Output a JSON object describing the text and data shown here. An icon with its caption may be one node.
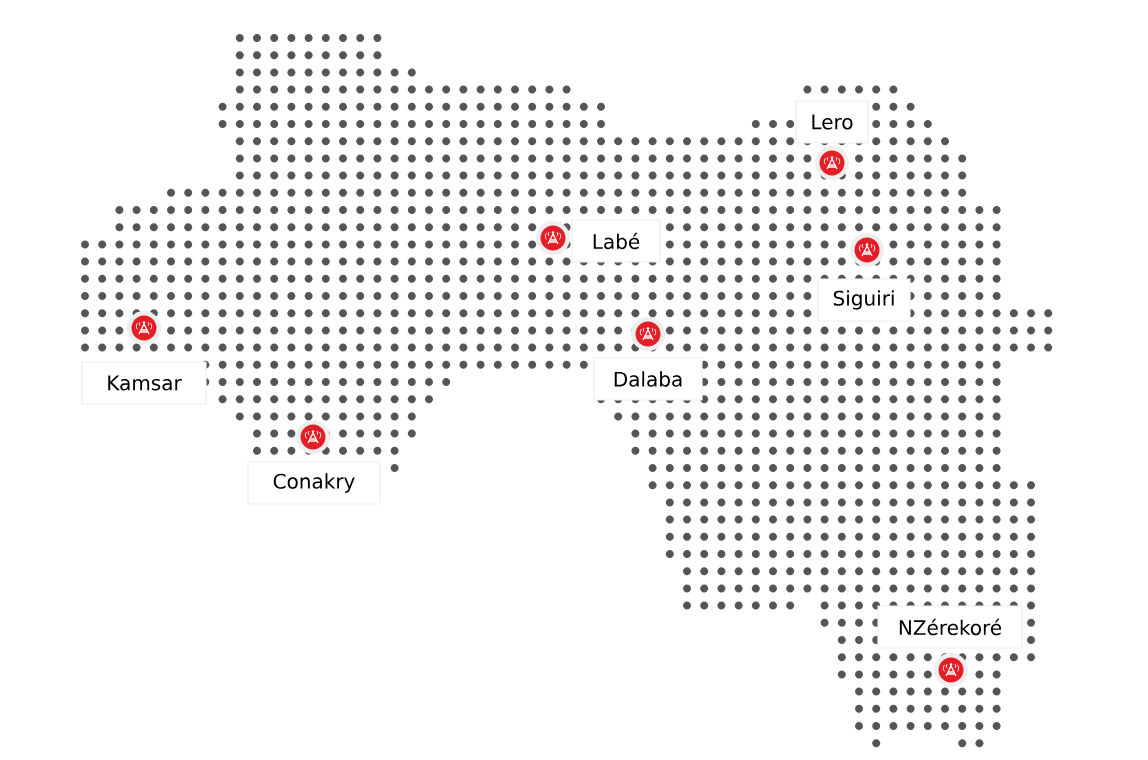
{
  "diagram": {
    "nodes": [
      {
        "text": [
          "Lero"
        ]
      },
      {
        "text": [
          "Labé"
        ]
      },
      {
        "text": [
          "Siguiri"
        ]
      },
      {
        "text": [
          "Kamsar"
        ]
      },
      {
        "text": [
          "Dalaba"
        ]
      },
      {
        "text": [
          "Conakry"
        ]
      },
      {
        "text": [
          "NZérekoré"
        ]
      }
    ]
  }
}
